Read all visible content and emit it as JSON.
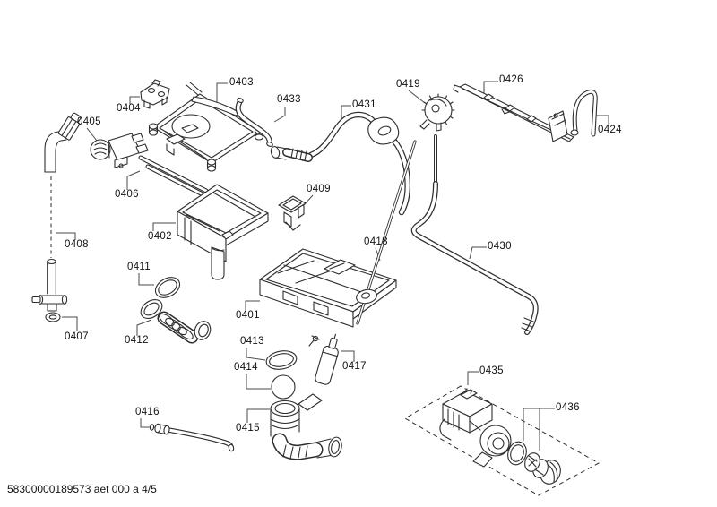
{
  "page": {
    "footer": "58300000189573 aet 000 a 4/5",
    "colors": {
      "line": "#2e2e2e",
      "text": "#111111",
      "background": "#ffffff"
    }
  },
  "labels": {
    "p0401": "0401",
    "p0402": "0402",
    "p0403": "0403",
    "p0404": "0404",
    "p0405": "0405",
    "p0406": "0406",
    "p0407": "0407",
    "p0408": "0408",
    "p0409": "0409",
    "p0411": "0411",
    "p0412": "0412",
    "p0413": "0413",
    "p0414": "0414",
    "p0415": "0415",
    "p0416": "0416",
    "p0417": "0417",
    "p0418": "0418",
    "p0419": "0419",
    "p0424": "0424",
    "p0426": "0426",
    "p0430": "0430",
    "p0431": "0431",
    "p0433": "0433",
    "p0435": "0435",
    "p0436": "0436"
  }
}
